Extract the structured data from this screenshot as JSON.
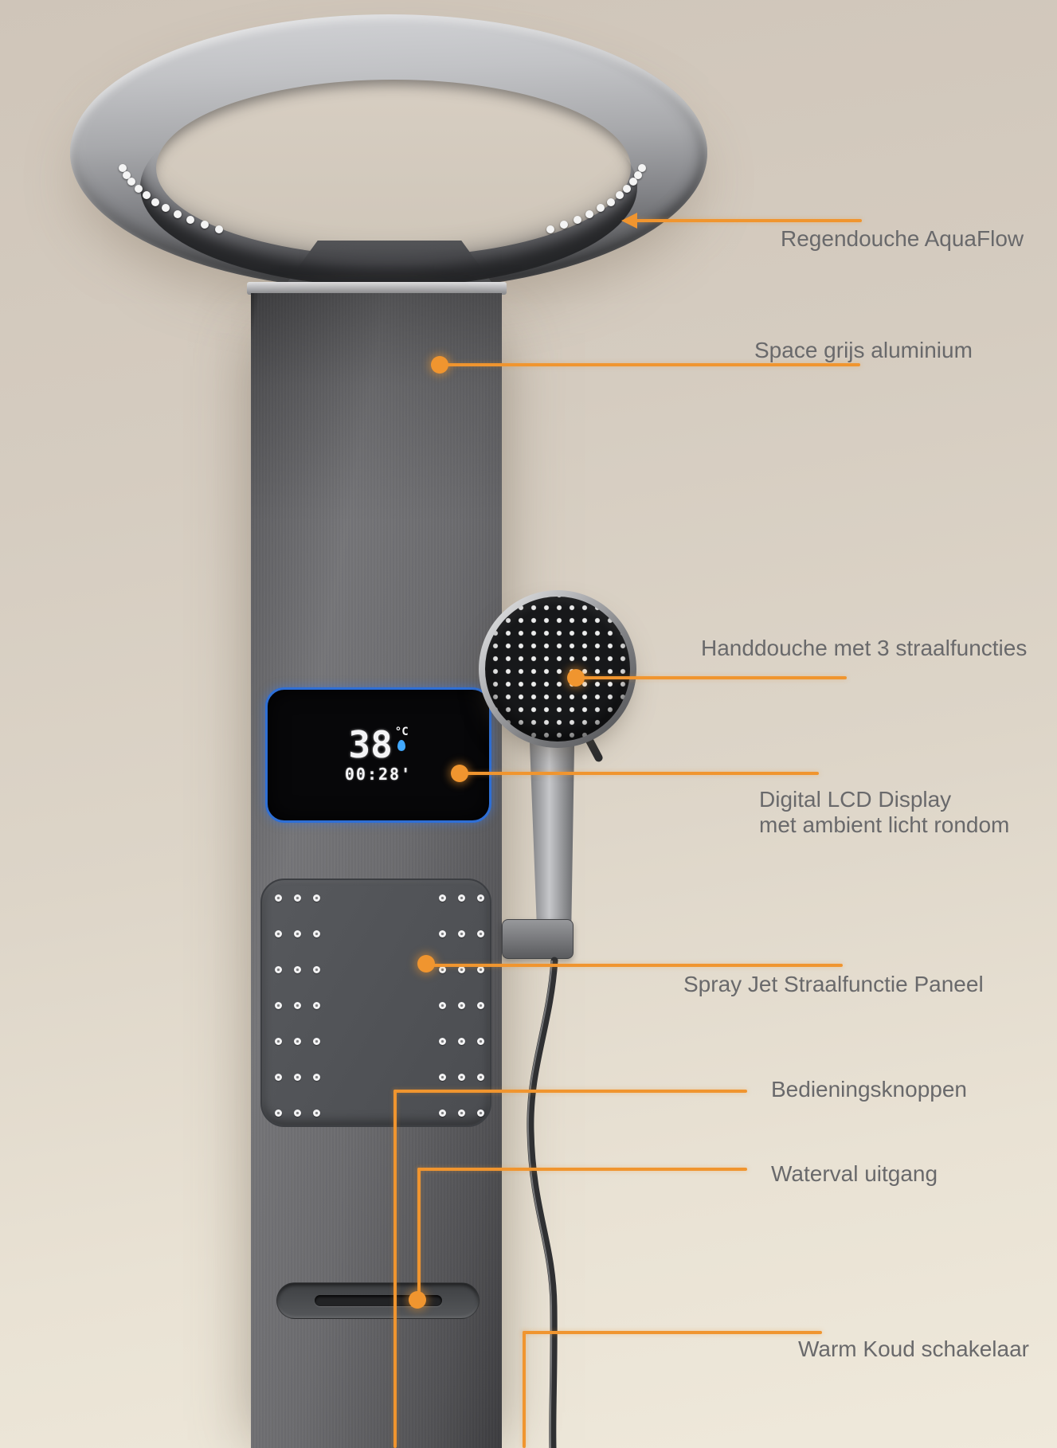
{
  "colors": {
    "accent": "#F0952F",
    "label_text": "#69696B",
    "lcd_border": "#2E6FD6",
    "lcd_drop": "#41A8FF",
    "panel_gray": "#6B6B6E",
    "background_beige": "#D5CCC0"
  },
  "lcd": {
    "temperature": "38",
    "unit": "°C",
    "time": "00:28'"
  },
  "callouts": [
    {
      "id": "rainshower",
      "label": "Regendouche AquaFlow"
    },
    {
      "id": "material",
      "label": "Space grijs aluminium"
    },
    {
      "id": "handshower",
      "label": "Handdouche met 3 straalfuncties"
    },
    {
      "id": "lcd",
      "label": "Digital LCD Display",
      "label2": "met ambient licht rondom"
    },
    {
      "id": "sprayjet",
      "label": "Spray Jet Straalfunctie Paneel"
    },
    {
      "id": "controls",
      "label": "Bedieningsknoppen"
    },
    {
      "id": "waterfall",
      "label": "Waterval uitgang"
    },
    {
      "id": "warmcold",
      "label": "Warm Koud schakelaar"
    }
  ]
}
